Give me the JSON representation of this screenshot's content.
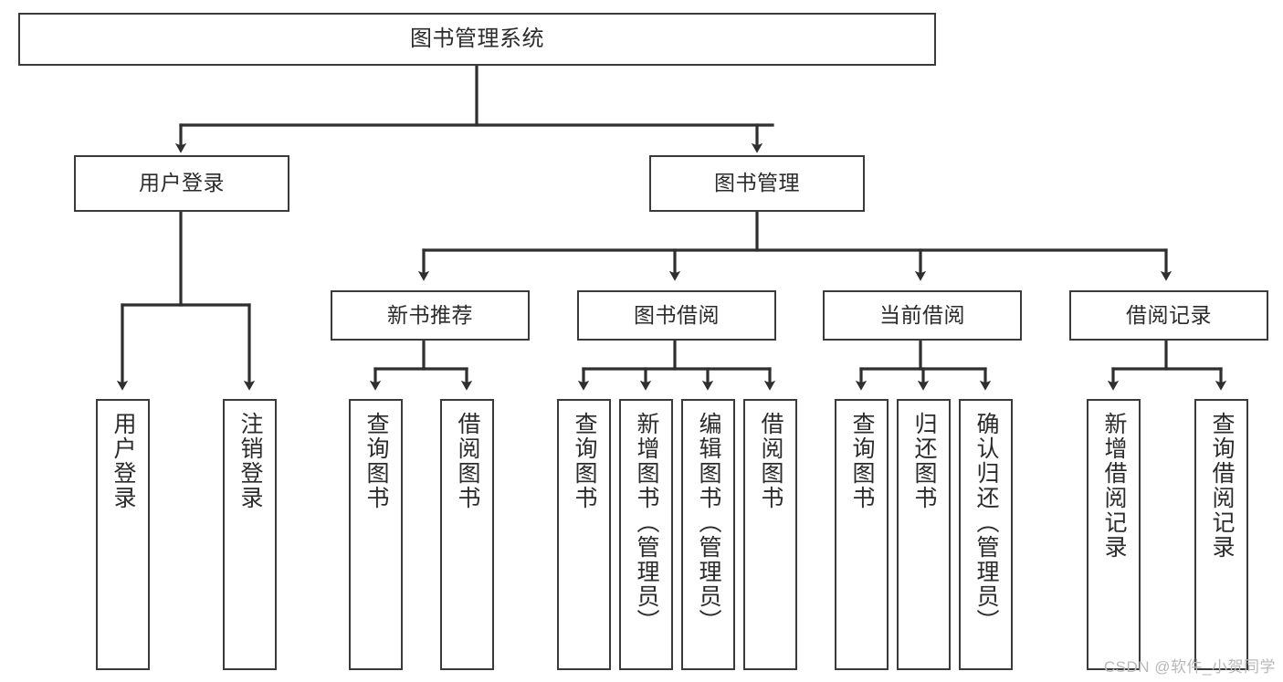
{
  "diagram": {
    "title": "图书管理系统",
    "watermark": "CSDN @软件_小贺同学",
    "colors": {
      "box_border": "#3a3a3a",
      "box_fill": "#ffffff",
      "connector": "#2f2f2f",
      "text": "#2b2b2b",
      "watermark": "#b9b9b9",
      "background": "#ffffff"
    },
    "nodes": {
      "root": {
        "label": "图书管理系统",
        "level": 0,
        "orientation": "horizontal"
      },
      "user_login": {
        "label": "用户登录",
        "level": 1,
        "orientation": "horizontal"
      },
      "book_manage": {
        "label": "图书管理",
        "level": 1,
        "orientation": "horizontal"
      },
      "new_book_rec": {
        "label": "新书推荐",
        "level": 2,
        "orientation": "horizontal"
      },
      "book_borrow": {
        "label": "图书借阅",
        "level": 2,
        "orientation": "horizontal"
      },
      "current_borrow": {
        "label": "当前借阅",
        "level": 2,
        "orientation": "horizontal"
      },
      "borrow_record": {
        "label": "借阅记录",
        "level": 2,
        "orientation": "horizontal"
      },
      "leaf_user_login": {
        "label": "用户登录",
        "level": 3,
        "orientation": "vertical"
      },
      "leaf_logout": {
        "label": "注销登录",
        "level": 3,
        "orientation": "vertical"
      },
      "leaf_query_book_a": {
        "label": "查询图书",
        "level": 3,
        "orientation": "vertical"
      },
      "leaf_borrow_book_a": {
        "label": "借阅图书",
        "level": 3,
        "orientation": "vertical"
      },
      "leaf_query_book_b": {
        "label": "查询图书",
        "level": 3,
        "orientation": "vertical"
      },
      "leaf_add_book": {
        "label": "新增图书（管理员）",
        "level": 3,
        "orientation": "vertical"
      },
      "leaf_edit_book": {
        "label": "编辑图书（管理员）",
        "level": 3,
        "orientation": "vertical"
      },
      "leaf_borrow_book_b": {
        "label": "借阅图书",
        "level": 3,
        "orientation": "vertical"
      },
      "leaf_query_book_c": {
        "label": "查询图书",
        "level": 3,
        "orientation": "vertical"
      },
      "leaf_return_book": {
        "label": "归还图书",
        "level": 3,
        "orientation": "vertical"
      },
      "leaf_confirm_return": {
        "label": "确认归还（管理员）",
        "level": 3,
        "orientation": "vertical"
      },
      "leaf_add_record": {
        "label": "新增借阅记录",
        "level": 3,
        "orientation": "vertical"
      },
      "leaf_query_record": {
        "label": "查询借阅记录",
        "level": 3,
        "orientation": "vertical"
      }
    },
    "tree": {
      "name": "图书管理系统",
      "children": [
        {
          "name": "用户登录",
          "children": [
            {
              "name": "用户登录"
            },
            {
              "name": "注销登录"
            }
          ]
        },
        {
          "name": "图书管理",
          "children": [
            {
              "name": "新书推荐",
              "children": [
                {
                  "name": "查询图书"
                },
                {
                  "name": "借阅图书"
                }
              ]
            },
            {
              "name": "图书借阅",
              "children": [
                {
                  "name": "查询图书"
                },
                {
                  "name": "新增图书（管理员）"
                },
                {
                  "name": "编辑图书（管理员）"
                },
                {
                  "name": "借阅图书"
                }
              ]
            },
            {
              "name": "当前借阅",
              "children": [
                {
                  "name": "查询图书"
                },
                {
                  "name": "归还图书"
                },
                {
                  "name": "确认归还（管理员）"
                }
              ]
            },
            {
              "name": "借阅记录",
              "children": [
                {
                  "name": "新增借阅记录"
                },
                {
                  "name": "查询借阅记录"
                }
              ]
            }
          ]
        }
      ]
    }
  }
}
